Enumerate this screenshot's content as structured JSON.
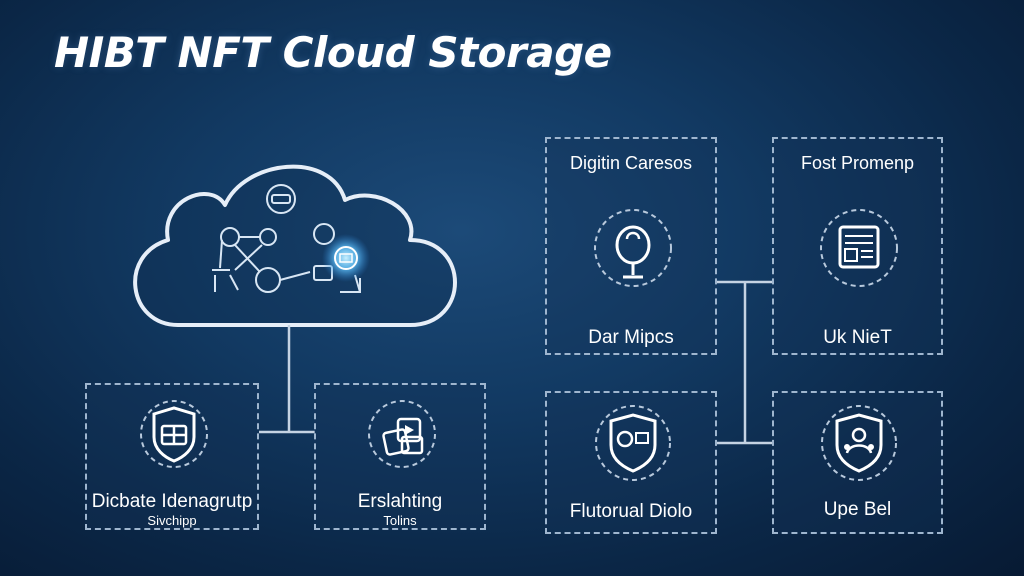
{
  "title": "HIBT NFT Cloud Storage",
  "cards": {
    "left1": {
      "label": "Dicbate Idenagrutp",
      "sublabel": "Sivchipp",
      "icon": "shield-icon"
    },
    "left2": {
      "label": "Erslahting",
      "sublabel": "Tolins",
      "icon": "media-files-icon"
    },
    "right_tl": {
      "top_label": "Digitin Caresos",
      "bottom_label": "Dar Mipcs",
      "icon": "microphone-icon"
    },
    "right_tr": {
      "top_label": "Fost Promenp",
      "bottom_label": "Uk NieT",
      "icon": "document-icon"
    },
    "right_bl": {
      "label": "Flutorual Diolo",
      "icon": "shield-id-icon"
    },
    "right_br": {
      "label": "Upe Bel",
      "icon": "user-shield-icon"
    }
  },
  "colors": {
    "background": "#0b2747",
    "border": "#9fb6cf",
    "line": "#c5d3e3",
    "glow": "#7fd0ff"
  }
}
